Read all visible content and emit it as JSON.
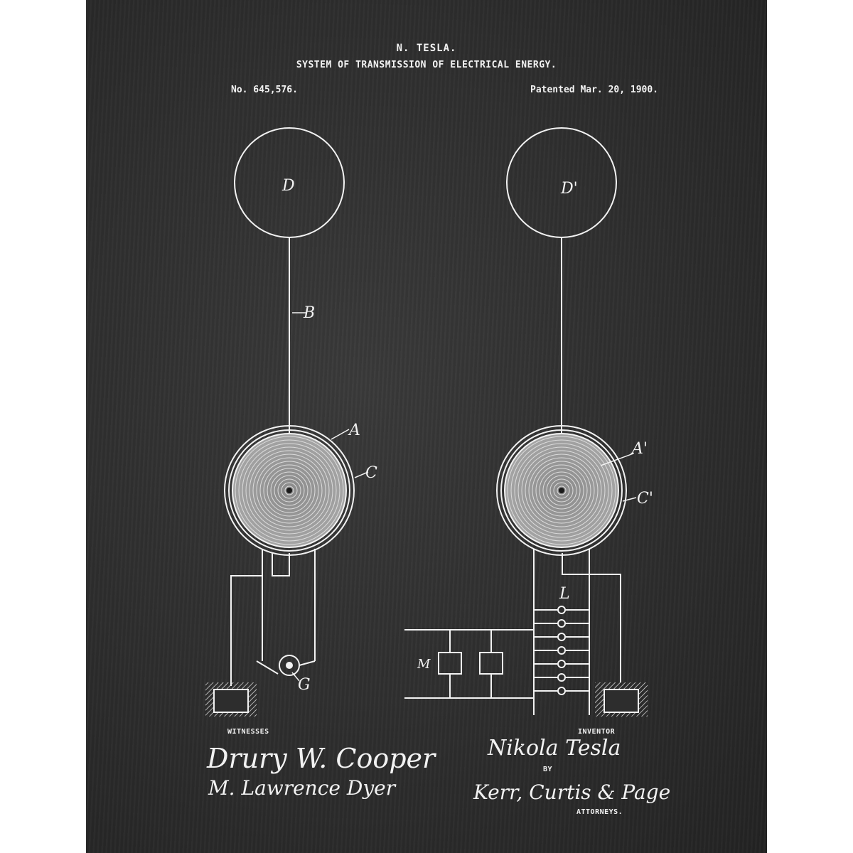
{
  "header": {
    "inventor": "N. TESLA.",
    "title": "SYSTEM OF TRANSMISSION OF ELECTRICAL ENERGY.",
    "number": "No. 645,576.",
    "date": "Patented Mar. 20, 1900."
  },
  "figure_labels": {
    "D": "D",
    "D_prime": "D'",
    "B": "B",
    "A": "A",
    "C": "C",
    "A_prime": "A'",
    "C_prime": "C'",
    "L": "L",
    "M": "M",
    "G": "G"
  },
  "captions": {
    "witnesses": "WITNESSES",
    "inventor": "INVENTOR",
    "by": "BY",
    "attorneys": "ATTORNEYS."
  },
  "signatures": {
    "witness_1": "Drury W. Cooper",
    "witness_2": "M. Lawrence Dyer",
    "inventor": "Nikola Tesla",
    "attorneys": "Kerr, Curtis & Page"
  },
  "colors": {
    "background": "#2d2d2d",
    "ink": "#f2f2f2",
    "coil_fill": "#9a9a9a"
  }
}
